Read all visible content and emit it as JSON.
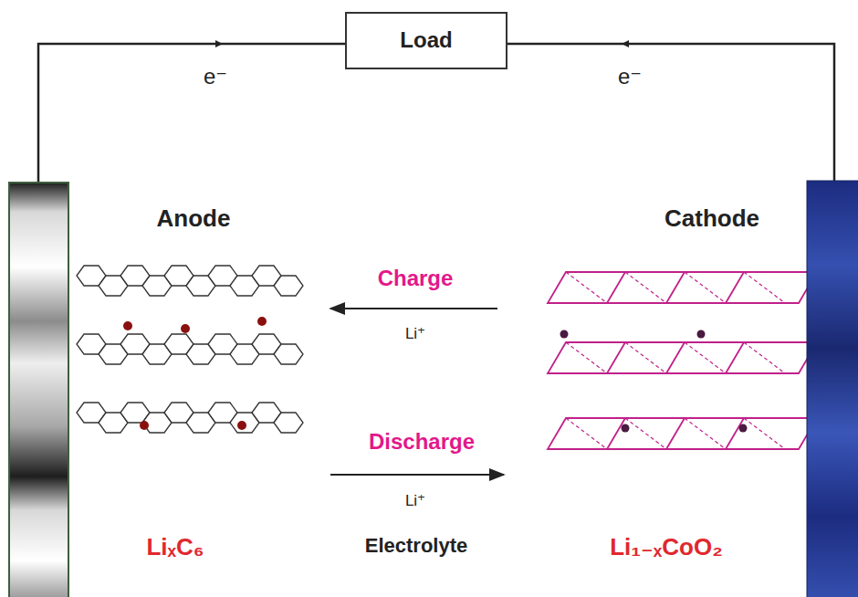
{
  "diagram": {
    "nodes": [
      {
        "text": [
          "Load"
        ]
      }
    ],
    "labels": [
      "e⁻",
      "e⁻",
      "Anode",
      "Cathode",
      "Charge",
      "Li⁺",
      "Discharge",
      "Li⁺",
      "Electrolyte",
      "LiₓC₆",
      "Li₁₋ₓCoO₂"
    ]
  }
}
